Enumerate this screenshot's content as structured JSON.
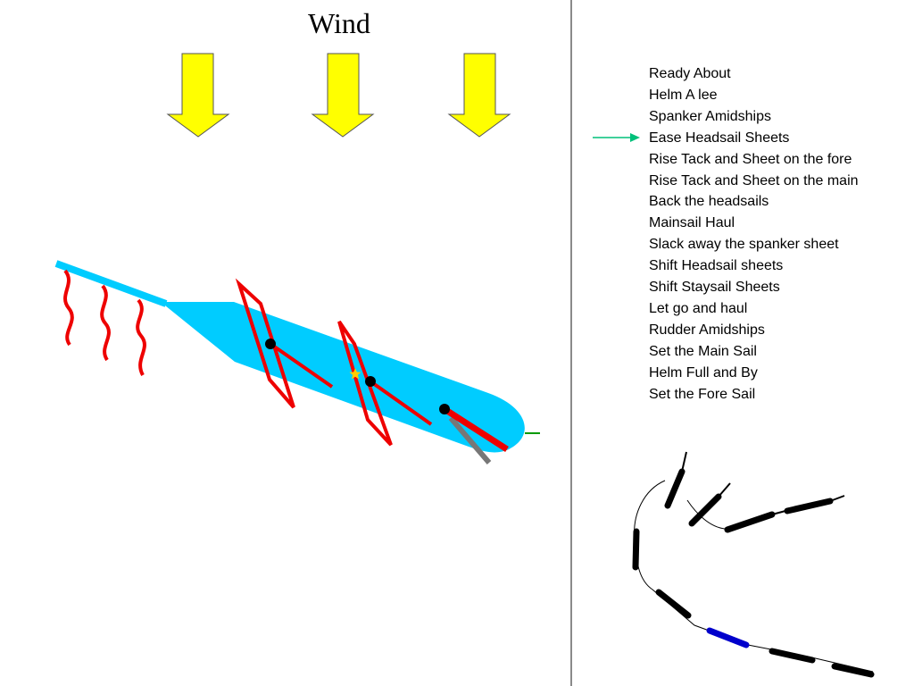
{
  "wind_label": "Wind",
  "colors": {
    "wind_arrow": "#ffff00",
    "hull": "#00ccff",
    "sail": "#ee0000",
    "pointer": "#00c07a",
    "track_highlight": "#0000cc",
    "track": "#000000"
  },
  "commands": [
    "Ready About",
    "Helm A lee",
    "Spanker Amidships",
    "Ease Headsail Sheets",
    "Rise Tack and Sheet on the fore",
    "Rise Tack and Sheet on the main",
    "Back the headsails",
    "Mainsail Haul",
    "Slack away the spanker sheet",
    "Shift Headsail sheets",
    "Shift Staysail Sheets",
    "Let go and haul",
    "Rudder Amidships",
    "Set the Main Sail",
    "Helm Full and By",
    "Set the Fore Sail"
  ],
  "current_command": "Ease Headsail Sheets"
}
